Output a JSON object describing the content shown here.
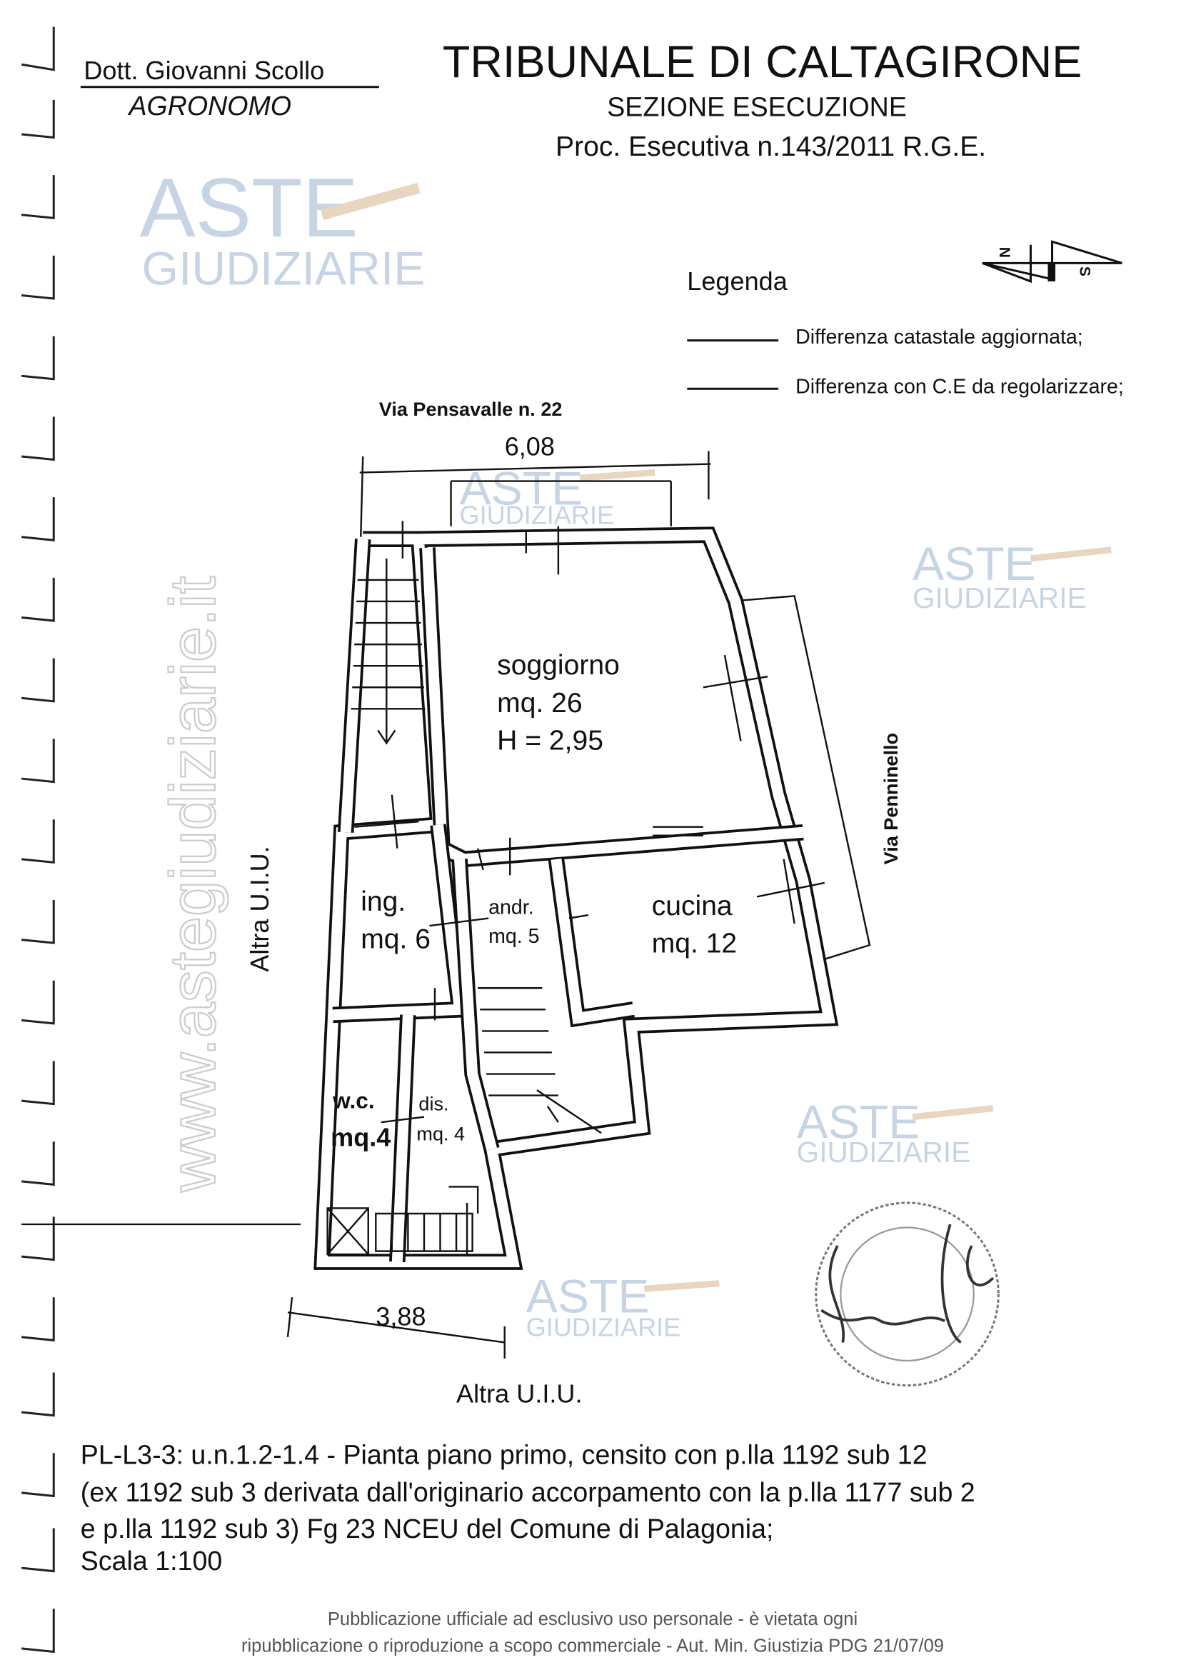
{
  "header": {
    "author_name": "Dott. Giovanni Scollo",
    "author_role": "AGRONOMO",
    "court": "TRIBUNALE DI CALTAGIRONE",
    "section": "SEZIONE ESECUZIONE",
    "procedure": "Proc. Esecutiva n.143/2011 R.G.E."
  },
  "compass": {
    "north": "N",
    "south": "S"
  },
  "legend": {
    "title": "Legenda",
    "items": [
      {
        "label": "Differenza catastale aggiornata;"
      },
      {
        "label": "Differenza con C.E da regolarizzare;"
      }
    ]
  },
  "plan": {
    "street_top": "Via Pensavalle n.  22",
    "street_right": "Via Penninello",
    "neighbor_left": "Altra U.I.U.",
    "neighbor_bottom": "Altra U.I.U.",
    "dim_top": "6,08",
    "dim_bottom": "3,88",
    "rooms": [
      {
        "name": "soggiorno",
        "area": "mq. 26",
        "height": "H = 2,95"
      },
      {
        "name": "ing.",
        "area": "mq. 6"
      },
      {
        "name": "andr.",
        "area": "mq. 5"
      },
      {
        "name": "cucina",
        "area": "mq. 12"
      },
      {
        "name": "w.c.",
        "area": "mq.4"
      },
      {
        "name": "dis.",
        "area": "mq. 4"
      }
    ]
  },
  "caption": {
    "lines": [
      "PL-L3-3: u.n.1.2-1.4 - Pianta piano primo, censito con p.lla 1192 sub 12",
      "(ex 1192 sub 3 derivata dall'originario accorpamento con la p.lla 1177 sub 2",
      "e p.lla 1192 sub 3) Fg 23 NCEU del Comune di Palagonia;",
      "Scala 1:100"
    ]
  },
  "watermark": {
    "line1": "ASTE",
    "line2": "GIUDIZIARIE",
    "url": "www.astegiudiziarie.it"
  },
  "footer": {
    "line1": "Pubblicazione ufficiale ad esclusivo uso personale - è vietata ogni",
    "line2": "ripubblicazione o riproduzione a scopo commerciale - Aut. Min. Giustizia PDG 21/07/09"
  }
}
